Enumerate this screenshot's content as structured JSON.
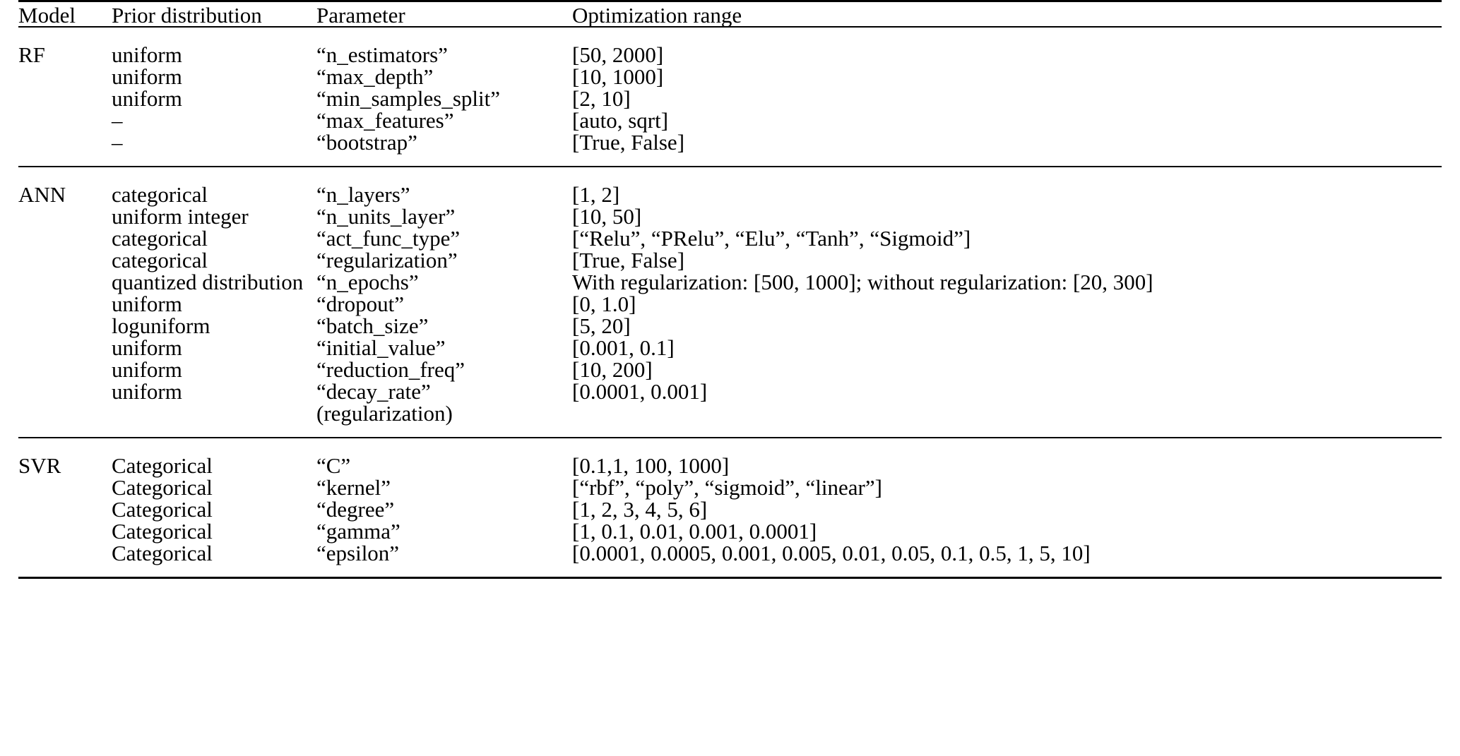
{
  "table": {
    "columns": [
      "Model",
      "Prior distribution",
      "Parameter",
      "Optimization range"
    ],
    "sections": [
      {
        "model": "RF",
        "rows": [
          {
            "prior": "uniform",
            "parameter": "“n_estimators”",
            "range": "[50, 2000]"
          },
          {
            "prior": "uniform",
            "parameter": "“max_depth”",
            "range": "[10, 1000]"
          },
          {
            "prior": "uniform",
            "parameter": "“min_samples_split”",
            "range": "[2, 10]"
          },
          {
            "prior": "–",
            "parameter": "“max_features”",
            "range": "[auto, sqrt]"
          },
          {
            "prior": "–",
            "parameter": "“bootstrap”",
            "range": "[True, False]"
          }
        ]
      },
      {
        "model": "ANN",
        "rows": [
          {
            "prior": "categorical",
            "parameter": "“n_layers”",
            "range": "[1, 2]"
          },
          {
            "prior": "uniform integer",
            "parameter": "“n_units_layer”",
            "range": "[10, 50]"
          },
          {
            "prior": "categorical",
            "parameter": "“act_func_type”",
            "range": "[“Relu”, “PRelu”, “Elu”, “Tanh”, “Sigmoid”]"
          },
          {
            "prior": "categorical",
            "parameter": "“regularization”",
            "range": "[True, False]"
          },
          {
            "prior": "quantized distribution",
            "parameter": "“n_epochs”",
            "range": "With regularization: [500, 1000]; without regularization: [20, 300]"
          },
          {
            "prior": "uniform",
            "parameter": "“dropout”",
            "range": "[0, 1.0]"
          },
          {
            "prior": "loguniform",
            "parameter": "“batch_size”",
            "range": "[5, 20]"
          },
          {
            "prior": "uniform",
            "parameter": "“initial_value”",
            "range": "[0.001, 0.1]"
          },
          {
            "prior": "uniform",
            "parameter": "“reduction_freq”",
            "range": "[10, 200]"
          },
          {
            "prior": "uniform",
            "parameter": "“decay_rate” (regularization)",
            "range": "[0.0001, 0.001]"
          }
        ]
      },
      {
        "model": "SVR",
        "rows": [
          {
            "prior": "Categorical",
            "parameter": "“C”",
            "range": "[0.1,1, 100, 1000]"
          },
          {
            "prior": "Categorical",
            "parameter": "“kernel”",
            "range": "[“rbf”, “poly”, “sigmoid”, “linear”]"
          },
          {
            "prior": "Categorical",
            "parameter": "“degree”",
            "range": "[1, 2, 3, 4, 5, 6]"
          },
          {
            "prior": "Categorical",
            "parameter": "“gamma”",
            "range": "[1, 0.1, 0.01, 0.001, 0.0001]"
          },
          {
            "prior": "Categorical",
            "parameter": "“epsilon”",
            "range": "[0.0001, 0.0005, 0.001, 0.005, 0.01, 0.05, 0.1, 0.5, 1, 5, 10]"
          }
        ]
      }
    ]
  }
}
